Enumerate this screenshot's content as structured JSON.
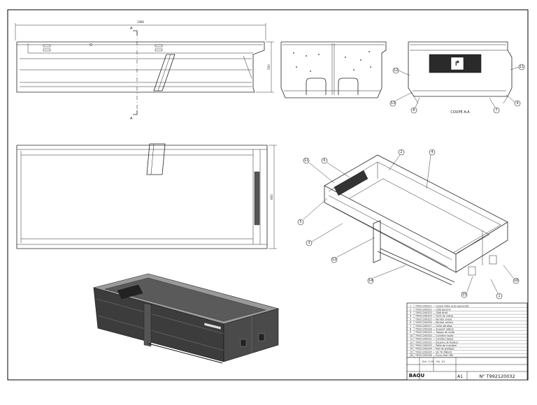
{
  "drawing": {
    "section_marker": "A",
    "section_label": "COUPE A-A",
    "overall_length_dim": "1980",
    "height_dim": "500",
    "width_dim": "800",
    "balloons": [
      "1",
      "2",
      "3",
      "4",
      "5",
      "6",
      "7",
      "8",
      "9",
      "10",
      "11",
      "12",
      "13",
      "14",
      "15",
      "16"
    ]
  },
  "title_block": {
    "company": "BAOU",
    "drawing_number_prefix": "A1",
    "drawing_number": "N° T992120032",
    "scale_text": "Ech. 1:10",
    "sheet_text": "Fol. 1/1",
    "bom_rows": [
      "T9921200321 — Caisse tôlée acier galvanisé",
      "T9921200322 — Côté gauche",
      "T9921200323 — Côté droit",
      "T9921200324 — Fond de caisse",
      "T9921200325 — Renfort avant",
      "T9921200326 — Renfort arrière",
      "T9921200327 — Grille aération",
      "T9921200328 — Support latéral",
      "T9921200329 — Trappe de visite",
      "T9921200330 — Cornière haute",
      "T9921200331 — Cornière basse",
      "T9921200332 — Équerre de fixation",
      "T9921200333 — Patte de maintien",
      "T9921200334 — Rail de guidage",
      "T9921200335 — Vis TH M8x20",
      "T9921200336 — Écrou frein M8"
    ]
  }
}
